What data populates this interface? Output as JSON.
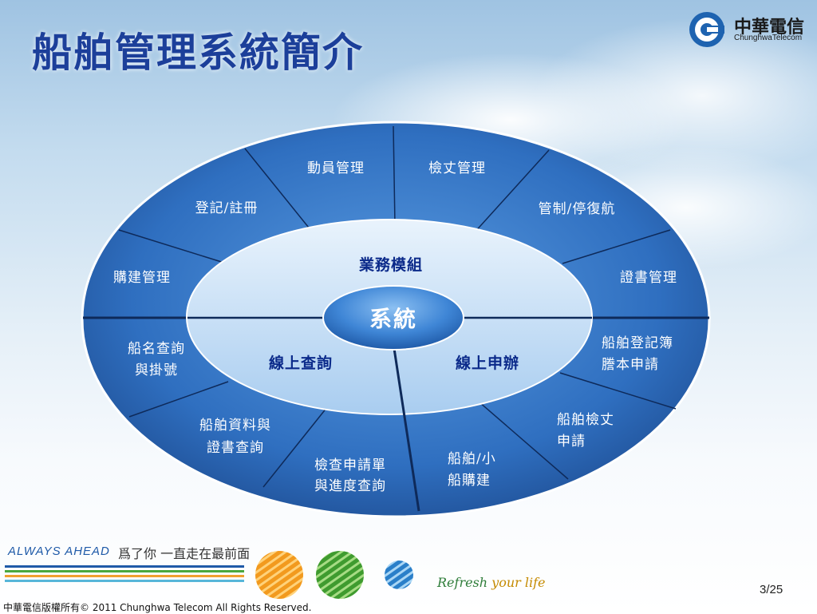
{
  "title": "船舶管理系統簡介",
  "logo": {
    "name": "中華電信",
    "english": "ChunghwaTelecom"
  },
  "diagram": {
    "center": "系統",
    "inner": {
      "top": "業務模組",
      "left": "線上查詢",
      "right": "線上申辦"
    },
    "outer": {
      "mobilization": "動員管理",
      "inspection": "檢丈管理",
      "registration": "登記/註冊",
      "control": "管制/停復航",
      "building": "購建管理",
      "certificate": "證書管理",
      "name_query_1": "船名查詢",
      "name_query_2": "與掛號",
      "reg_book_1": "船舶登記簿",
      "reg_book_2": "謄本申請",
      "data_query_1": "船舶資料與",
      "data_query_2": "證書查詢",
      "inspect_apply_1": "船舶檢丈",
      "inspect_apply_2": "申請",
      "app_query_1": "檢查申請單",
      "app_query_2": "與進度查詢",
      "small_build_1": "船舶/小",
      "small_build_2": "船購建"
    }
  },
  "footer": {
    "always_ahead": "ALWAYS AHEAD",
    "slogan": "爲了你 一直走在最前面",
    "refresh_1": "Refresh",
    "refresh_2": " your life",
    "page": "3/25",
    "copyright": "中華電信版權所有© 2011 Chunghwa Telecom All Rights Reserved."
  },
  "colors": {
    "title": "#1c3f9a",
    "outer_ring": "#2f6fc0",
    "inner_ring": "#cfe4f7",
    "center": "#3f86d6",
    "inner_text": "#0b2a8a"
  }
}
